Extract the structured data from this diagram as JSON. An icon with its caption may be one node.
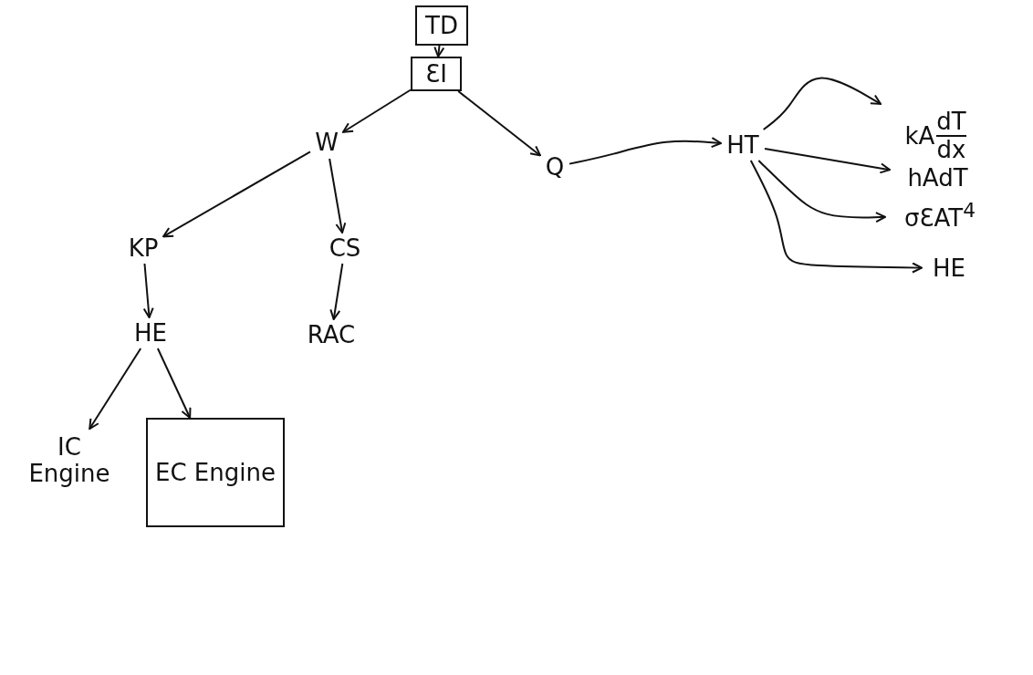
{
  "diagram": {
    "nodes": [
      {
        "text": [
          "TD"
        ]
      },
      {
        "text": [
          "ƐI"
        ]
      },
      {
        "text": [
          "W"
        ]
      },
      {
        "text": [
          "Q"
        ]
      },
      {
        "text": [
          "KP"
        ]
      },
      {
        "text": [
          "CS"
        ]
      },
      {
        "text": [
          "HE"
        ]
      },
      {
        "text": [
          "RAC"
        ]
      },
      {
        "text": [
          "IC Engine"
        ]
      },
      {
        "text": [
          "EC Engine"
        ]
      },
      {
        "text": [
          "HT"
        ]
      },
      {
        "text": [
          "kA",
          "dT",
          "dx"
        ]
      },
      {
        "text": [
          "hAdT"
        ]
      },
      {
        "text": [
          "σƐAT$^{4}$"
        ]
      },
      {
        "text": [
          "HE"
        ]
      }
    ],
    "edges": [
      {
        "from": 0,
        "to": 1,
        "arrow": "to"
      },
      {
        "from": 1,
        "to": 2,
        "arrow": "to"
      },
      {
        "from": 1,
        "to": 3,
        "arrow": "to"
      },
      {
        "from": 3,
        "to": 10,
        "arrow": "to"
      },
      {
        "from": 10,
        "to": 11,
        "arrow": "to"
      },
      {
        "from": 10,
        "to": 12,
        "arrow": "to"
      },
      {
        "from": 10,
        "to": 13,
        "arrow": "to"
      },
      {
        "from": 10,
        "to": 14,
        "arrow": "to"
      },
      {
        "from": 2,
        "to": 4,
        "arrow": "to"
      },
      {
        "from": 2,
        "to": 5,
        "arrow": "to"
      },
      {
        "from": 4,
        "to": 6,
        "arrow": "to"
      },
      {
        "from": 5,
        "to": 7,
        "arrow": "to"
      },
      {
        "from": 6,
        "to": 8,
        "arrow": "to"
      },
      {
        "from": 6,
        "to": 9,
        "arrow": "to"
      }
    ]
  }
}
